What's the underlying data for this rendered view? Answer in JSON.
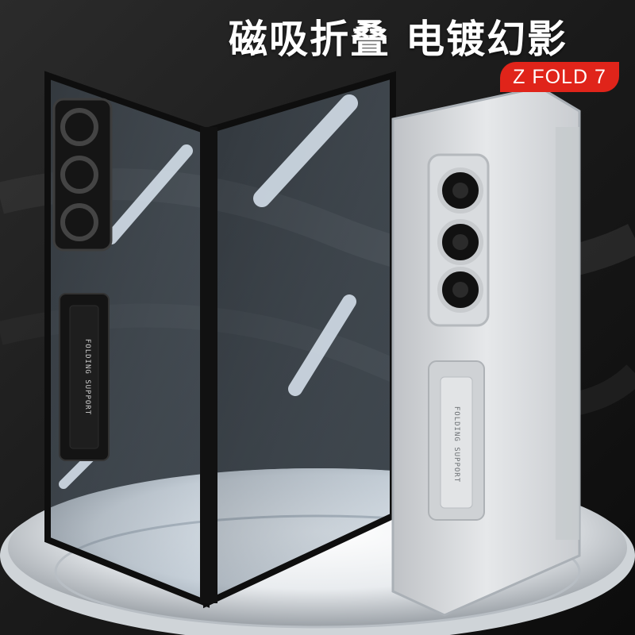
{
  "headline": "磁吸折叠 电镀幻影",
  "model_badge": "Z FOLD 7",
  "stand_label": "FOLDING SUPPORT",
  "colors": {
    "badge": "#e0241a",
    "background": "#1e1e1e",
    "silver_case": "#d4d6d9",
    "black_frame": "#0e0e0e"
  }
}
